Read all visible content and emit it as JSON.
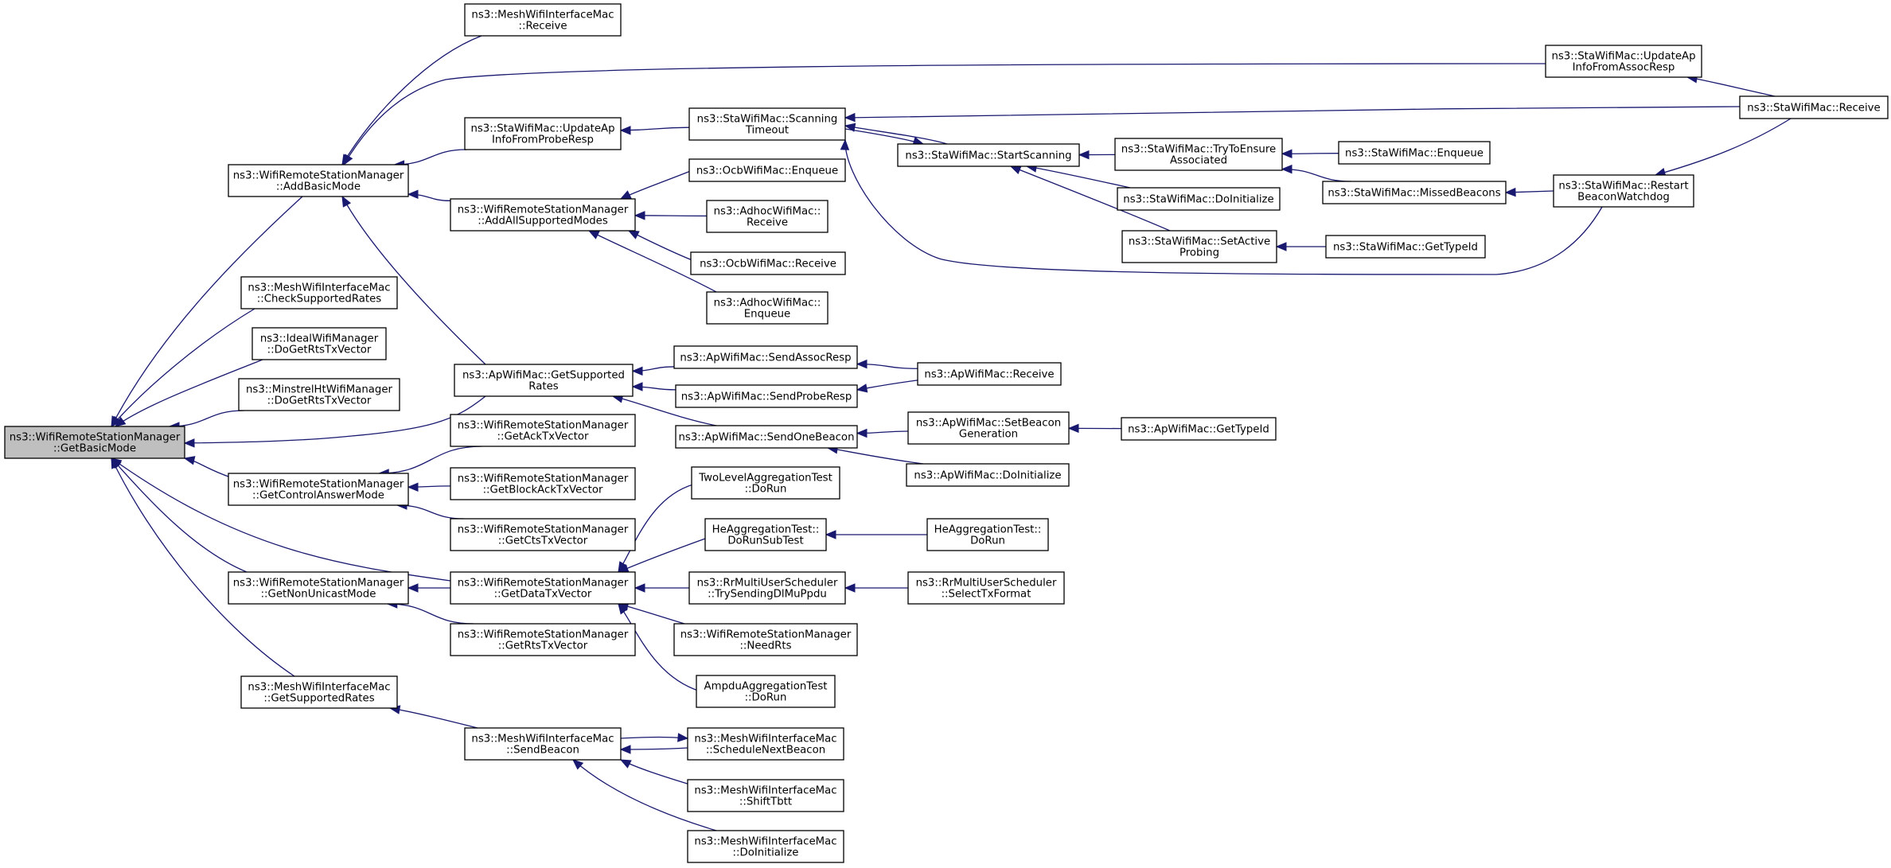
{
  "diagram": {
    "root": "GetBasicMode",
    "nodes": [
      {
        "id": "GetBasicMode",
        "lines": [
          "ns3::WifiRemoteStationManager",
          "::GetBasicMode"
        ]
      },
      {
        "id": "AddBasicMode",
        "lines": [
          "ns3::WifiRemoteStationManager",
          "::AddBasicMode"
        ]
      },
      {
        "id": "MeshCheckSupportedRates",
        "lines": [
          "ns3::MeshWifiInterfaceMac",
          "::CheckSupportedRates"
        ]
      },
      {
        "id": "IdealDoGetRts",
        "lines": [
          "ns3::IdealWifiManager",
          "::DoGetRtsTxVector"
        ]
      },
      {
        "id": "MinstrelDoGetRts",
        "lines": [
          "ns3::MinstrelHtWifiManager",
          "::DoGetRtsTxVector"
        ]
      },
      {
        "id": "ApGetSupportedRates",
        "lines": [
          "ns3::ApWifiMac::GetSupported",
          "Rates"
        ]
      },
      {
        "id": "GetControlAnswerMode",
        "lines": [
          "ns3::WifiRemoteStationManager",
          "::GetControlAnswerMode"
        ]
      },
      {
        "id": "GetDataTxVector",
        "lines": [
          "ns3::WifiRemoteStationManager",
          "::GetDataTxVector"
        ]
      },
      {
        "id": "GetNonUnicastMode",
        "lines": [
          "ns3::WifiRemoteStationManager",
          "::GetNonUnicastMode"
        ]
      },
      {
        "id": "MeshGetSupportedRates",
        "lines": [
          "ns3::MeshWifiInterfaceMac",
          "::GetSupportedRates"
        ]
      },
      {
        "id": "MeshReceive",
        "lines": [
          "ns3::MeshWifiInterfaceMac",
          "::Receive"
        ]
      },
      {
        "id": "StaUpdateApProbe",
        "lines": [
          "ns3::StaWifiMac::UpdateAp",
          "InfoFromProbeResp"
        ]
      },
      {
        "id": "AddAllSupportedModes",
        "lines": [
          "ns3::WifiRemoteStationManager",
          "::AddAllSupportedModes"
        ]
      },
      {
        "id": "StaScanningTimeout",
        "lines": [
          "ns3::StaWifiMac::Scanning",
          "Timeout"
        ]
      },
      {
        "id": "OcbEnqueue",
        "lines": [
          "ns3::OcbWifiMac::Enqueue"
        ]
      },
      {
        "id": "AdhocReceive",
        "lines": [
          "ns3::AdhocWifiMac::",
          "Receive"
        ]
      },
      {
        "id": "OcbReceive",
        "lines": [
          "ns3::OcbWifiMac::Receive"
        ]
      },
      {
        "id": "AdhocEnqueue",
        "lines": [
          "ns3::AdhocWifiMac::",
          "Enqueue"
        ]
      },
      {
        "id": "StaStartScanning",
        "lines": [
          "ns3::StaWifiMac::StartScanning"
        ]
      },
      {
        "id": "StaTryToEnsure",
        "lines": [
          "ns3::StaWifiMac::TryToEnsure",
          "Associated"
        ]
      },
      {
        "id": "StaDoInitialize",
        "lines": [
          "ns3::StaWifiMac::DoInitialize"
        ]
      },
      {
        "id": "StaSetActiveProbing",
        "lines": [
          "ns3::StaWifiMac::SetActive",
          "Probing"
        ]
      },
      {
        "id": "StaEnqueue",
        "lines": [
          "ns3::StaWifiMac::Enqueue"
        ]
      },
      {
        "id": "StaMissedBeacons",
        "lines": [
          "ns3::StaWifiMac::MissedBeacons"
        ]
      },
      {
        "id": "StaGetTypeId",
        "lines": [
          "ns3::StaWifiMac::GetTypeId"
        ]
      },
      {
        "id": "StaRestartBeacon",
        "lines": [
          "ns3::StaWifiMac::Restart",
          "BeaconWatchdog"
        ]
      },
      {
        "id": "StaUpdateApAssoc",
        "lines": [
          "ns3::StaWifiMac::UpdateAp",
          "InfoFromAssocResp"
        ]
      },
      {
        "id": "StaReceive",
        "lines": [
          "ns3::StaWifiMac::Receive"
        ]
      },
      {
        "id": "ApSendAssocResp",
        "lines": [
          "ns3::ApWifiMac::SendAssocResp"
        ]
      },
      {
        "id": "ApSendProbeResp",
        "lines": [
          "ns3::ApWifiMac::SendProbeResp"
        ]
      },
      {
        "id": "ApSendOneBeacon",
        "lines": [
          "ns3::ApWifiMac::SendOneBeacon"
        ]
      },
      {
        "id": "ApReceive",
        "lines": [
          "ns3::ApWifiMac::Receive"
        ]
      },
      {
        "id": "ApSetBeaconGen",
        "lines": [
          "ns3::ApWifiMac::SetBeacon",
          "Generation"
        ]
      },
      {
        "id": "ApDoInitialize",
        "lines": [
          "ns3::ApWifiMac::DoInitialize"
        ]
      },
      {
        "id": "ApGetTypeId",
        "lines": [
          "ns3::ApWifiMac::GetTypeId"
        ]
      },
      {
        "id": "GetAckTxVector",
        "lines": [
          "ns3::WifiRemoteStationManager",
          "::GetAckTxVector"
        ]
      },
      {
        "id": "GetBlockAckTxVector",
        "lines": [
          "ns3::WifiRemoteStationManager",
          "::GetBlockAckTxVector"
        ]
      },
      {
        "id": "GetCtsTxVector",
        "lines": [
          "ns3::WifiRemoteStationManager",
          "::GetCtsTxVector"
        ]
      },
      {
        "id": "TwoLevelDoRun",
        "lines": [
          "TwoLevelAggregationTest",
          "::DoRun"
        ]
      },
      {
        "id": "HeDoRunSubTest",
        "lines": [
          "HeAggregationTest::",
          "DoRunSubTest"
        ]
      },
      {
        "id": "HeDoRun",
        "lines": [
          "HeAggregationTest::",
          "DoRun"
        ]
      },
      {
        "id": "RrTrySending",
        "lines": [
          "ns3::RrMultiUserScheduler",
          "::TrySendingDlMuPpdu"
        ]
      },
      {
        "id": "RrSelectTxFormat",
        "lines": [
          "ns3::RrMultiUserScheduler",
          "::SelectTxFormat"
        ]
      },
      {
        "id": "NeedRts",
        "lines": [
          "ns3::WifiRemoteStationManager",
          "::NeedRts"
        ]
      },
      {
        "id": "AmpduDoRun",
        "lines": [
          "AmpduAggregationTest",
          "::DoRun"
        ]
      },
      {
        "id": "GetRtsTxVector",
        "lines": [
          "ns3::WifiRemoteStationManager",
          "::GetRtsTxVector"
        ]
      },
      {
        "id": "MeshSendBeacon",
        "lines": [
          "ns3::MeshWifiInterfaceMac",
          "::SendBeacon"
        ]
      },
      {
        "id": "MeshScheduleNextBeacon",
        "lines": [
          "ns3::MeshWifiInterfaceMac",
          "::ScheduleNextBeacon"
        ]
      },
      {
        "id": "MeshShiftTbtt",
        "lines": [
          "ns3::MeshWifiInterfaceMac",
          "::ShiftTbtt"
        ]
      },
      {
        "id": "MeshDoInitialize",
        "lines": [
          "ns3::MeshWifiInterfaceMac",
          "::DoInitialize"
        ]
      }
    ],
    "edges": [
      {
        "from": "AddBasicMode",
        "to": "GetBasicMode"
      },
      {
        "from": "MeshCheckSupportedRates",
        "to": "GetBasicMode"
      },
      {
        "from": "IdealDoGetRts",
        "to": "GetBasicMode"
      },
      {
        "from": "MinstrelDoGetRts",
        "to": "GetBasicMode"
      },
      {
        "from": "ApGetSupportedRates",
        "to": "GetBasicMode"
      },
      {
        "from": "GetControlAnswerMode",
        "to": "GetBasicMode"
      },
      {
        "from": "GetDataTxVector",
        "to": "GetBasicMode"
      },
      {
        "from": "GetNonUnicastMode",
        "to": "GetBasicMode"
      },
      {
        "from": "MeshGetSupportedRates",
        "to": "GetBasicMode"
      },
      {
        "from": "MeshReceive",
        "to": "AddBasicMode"
      },
      {
        "from": "StaUpdateApAssoc",
        "to": "AddBasicMode"
      },
      {
        "from": "StaUpdateApProbe",
        "to": "AddBasicMode"
      },
      {
        "from": "AddAllSupportedModes",
        "to": "AddBasicMode"
      },
      {
        "from": "ApGetSupportedRates",
        "to": "AddBasicMode"
      },
      {
        "from": "StaScanningTimeout",
        "to": "StaUpdateApProbe"
      },
      {
        "from": "OcbEnqueue",
        "to": "AddAllSupportedModes"
      },
      {
        "from": "AdhocReceive",
        "to": "AddAllSupportedModes"
      },
      {
        "from": "OcbReceive",
        "to": "AddAllSupportedModes"
      },
      {
        "from": "AdhocEnqueue",
        "to": "AddAllSupportedModes"
      },
      {
        "from": "StaStartScanning",
        "to": "StaScanningTimeout"
      },
      {
        "from": "StaReceive",
        "to": "StaScanningTimeout"
      },
      {
        "from": "StaRestartBeacon",
        "to": "StaScanningTimeout"
      },
      {
        "from": "StaScanningTimeout",
        "to": "StaStartScanning"
      },
      {
        "from": "StaTryToEnsure",
        "to": "StaStartScanning"
      },
      {
        "from": "StaDoInitialize",
        "to": "StaStartScanning"
      },
      {
        "from": "StaSetActiveProbing",
        "to": "StaStartScanning"
      },
      {
        "from": "StaEnqueue",
        "to": "StaTryToEnsure"
      },
      {
        "from": "StaMissedBeacons",
        "to": "StaTryToEnsure"
      },
      {
        "from": "StaGetTypeId",
        "to": "StaSetActiveProbing"
      },
      {
        "from": "StaRestartBeacon",
        "to": "StaMissedBeacons"
      },
      {
        "from": "StaReceive",
        "to": "StaRestartBeacon"
      },
      {
        "from": "StaReceive",
        "to": "StaUpdateApAssoc"
      },
      {
        "from": "ApSendAssocResp",
        "to": "ApGetSupportedRates"
      },
      {
        "from": "ApSendProbeResp",
        "to": "ApGetSupportedRates"
      },
      {
        "from": "ApSendOneBeacon",
        "to": "ApGetSupportedRates"
      },
      {
        "from": "ApReceive",
        "to": "ApSendAssocResp"
      },
      {
        "from": "ApReceive",
        "to": "ApSendProbeResp"
      },
      {
        "from": "ApSetBeaconGen",
        "to": "ApSendOneBeacon"
      },
      {
        "from": "ApDoInitialize",
        "to": "ApSendOneBeacon"
      },
      {
        "from": "ApGetTypeId",
        "to": "ApSetBeaconGen"
      },
      {
        "from": "GetAckTxVector",
        "to": "GetControlAnswerMode"
      },
      {
        "from": "GetBlockAckTxVector",
        "to": "GetControlAnswerMode"
      },
      {
        "from": "GetCtsTxVector",
        "to": "GetControlAnswerMode"
      },
      {
        "from": "TwoLevelDoRun",
        "to": "GetDataTxVector"
      },
      {
        "from": "HeDoRunSubTest",
        "to": "GetDataTxVector"
      },
      {
        "from": "RrTrySending",
        "to": "GetDataTxVector"
      },
      {
        "from": "NeedRts",
        "to": "GetDataTxVector"
      },
      {
        "from": "AmpduDoRun",
        "to": "GetDataTxVector"
      },
      {
        "from": "HeDoRun",
        "to": "HeDoRunSubTest"
      },
      {
        "from": "RrSelectTxFormat",
        "to": "RrTrySending"
      },
      {
        "from": "GetDataTxVector",
        "to": "GetNonUnicastMode"
      },
      {
        "from": "GetRtsTxVector",
        "to": "GetNonUnicastMode"
      },
      {
        "from": "MeshSendBeacon",
        "to": "MeshGetSupportedRates"
      },
      {
        "from": "MeshScheduleNextBeacon",
        "to": "MeshSendBeacon"
      },
      {
        "from": "MeshShiftTbtt",
        "to": "MeshSendBeacon"
      },
      {
        "from": "MeshDoInitialize",
        "to": "MeshSendBeacon"
      },
      {
        "from": "MeshSendBeacon",
        "to": "MeshScheduleNextBeacon"
      }
    ]
  },
  "colors": {
    "edge": "#191970",
    "root_fill": "#bfbfbf",
    "node_fill": "#ffffff",
    "node_border": "#000000"
  }
}
